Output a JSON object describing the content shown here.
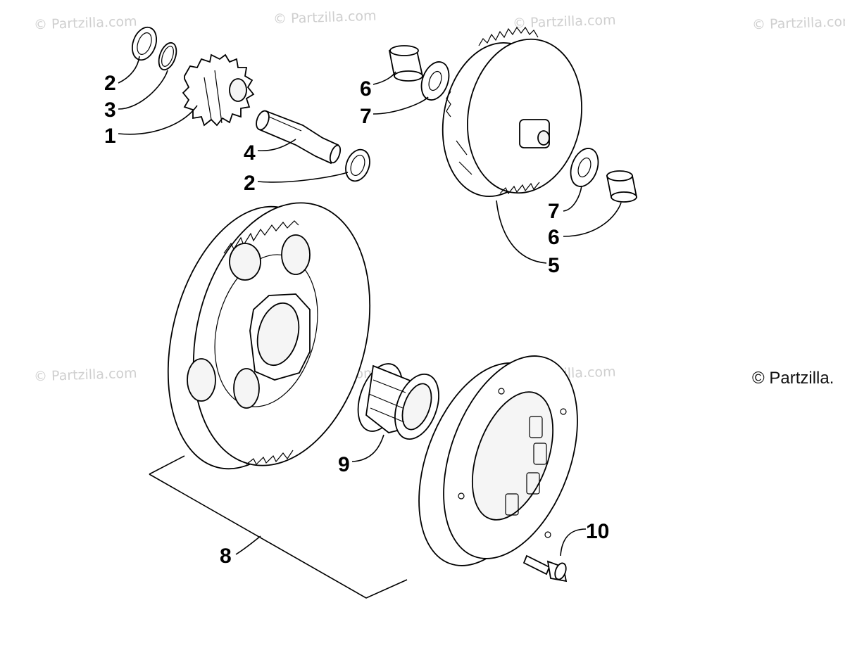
{
  "watermark": {
    "text": "© Partzilla.com",
    "text_right": "© Partzilla."
  },
  "callouts": [
    {
      "id": "c2a",
      "label": "2"
    },
    {
      "id": "c3",
      "label": "3"
    },
    {
      "id": "c1",
      "label": "1"
    },
    {
      "id": "c4",
      "label": "4"
    },
    {
      "id": "c2b",
      "label": "2"
    },
    {
      "id": "c6a",
      "label": "6"
    },
    {
      "id": "c7a",
      "label": "7"
    },
    {
      "id": "c7b",
      "label": "7"
    },
    {
      "id": "c6b",
      "label": "6"
    },
    {
      "id": "c5",
      "label": "5"
    },
    {
      "id": "c9",
      "label": "9"
    },
    {
      "id": "c10",
      "label": "10"
    },
    {
      "id": "c8",
      "label": "8"
    }
  ]
}
